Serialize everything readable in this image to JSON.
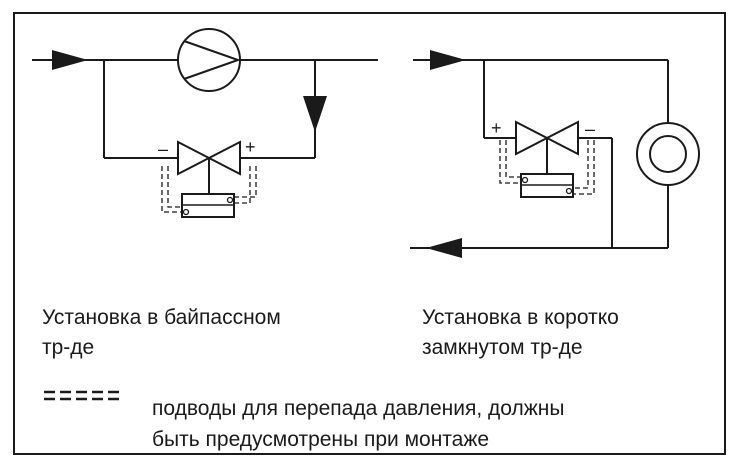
{
  "captions": {
    "bypass": {
      "line1": "Установка в байпассном",
      "line2": "тр-де"
    },
    "short_circuit": {
      "line1": "Установка в коротко",
      "line2": "замкнутом тр-де"
    }
  },
  "legend": {
    "symbol": "=====",
    "line1": "подводы для перепада давления, должны",
    "line2": "быть предусмотрены при монтаже"
  },
  "signs": {
    "bypass_minus": "–",
    "bypass_plus": "+",
    "short_plus": "+",
    "short_minus": "–"
  }
}
